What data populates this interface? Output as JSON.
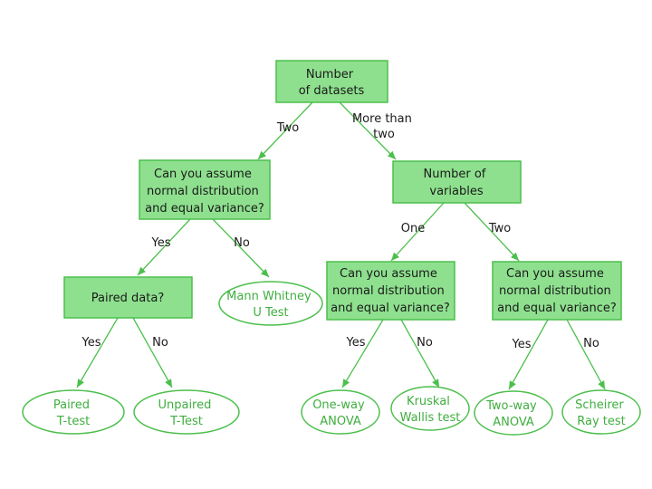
{
  "nodes": {
    "root": {
      "lines": [
        "Number",
        "of datasets"
      ]
    },
    "q_two": {
      "lines": [
        "Can you assume",
        "normal distribution",
        "and equal variance?"
      ]
    },
    "q_vars": {
      "lines": [
        "Number of",
        "variables"
      ]
    },
    "q_paired": {
      "lines": [
        "Paired data?"
      ]
    },
    "leaf_mann": {
      "lines": [
        "Mann Whitney",
        "U Test"
      ]
    },
    "q_one": {
      "lines": [
        "Can you assume",
        "normal distribution",
        "and equal variance?"
      ]
    },
    "q_two_vars": {
      "lines": [
        "Can you assume",
        "normal distribution",
        "and equal variance?"
      ]
    },
    "leaf_paired": {
      "lines": [
        "Paired",
        "T-test"
      ]
    },
    "leaf_unpaired": {
      "lines": [
        "Unpaired",
        "T-Test"
      ]
    },
    "leaf_oneway": {
      "lines": [
        "One-way",
        "ANOVA"
      ]
    },
    "leaf_kruskal": {
      "lines": [
        "Kruskal",
        "Wallis test"
      ]
    },
    "leaf_twoway": {
      "lines": [
        "Two-way",
        "ANOVA"
      ]
    },
    "leaf_scheirer": {
      "lines": [
        "Scheirer",
        "Ray test"
      ]
    }
  },
  "edges": {
    "root_two": {
      "lines": [
        "Two"
      ]
    },
    "root_more": {
      "lines": [
        "More than",
        "two"
      ]
    },
    "two_yes": {
      "lines": [
        "Yes"
      ]
    },
    "two_no": {
      "lines": [
        "No"
      ]
    },
    "vars_one": {
      "lines": [
        "One"
      ]
    },
    "vars_two": {
      "lines": [
        "Two"
      ]
    },
    "paired_yes": {
      "lines": [
        "Yes"
      ]
    },
    "paired_no": {
      "lines": [
        "No"
      ]
    },
    "one_yes": {
      "lines": [
        "Yes"
      ]
    },
    "one_no": {
      "lines": [
        "No"
      ]
    },
    "twovars_yes": {
      "lines": [
        "Yes"
      ]
    },
    "twovars_no": {
      "lines": [
        "No"
      ]
    }
  },
  "colors": {
    "box_fill": "#8ee08e",
    "stroke": "#4cbf4c",
    "leaf_text": "#3fae3f"
  }
}
